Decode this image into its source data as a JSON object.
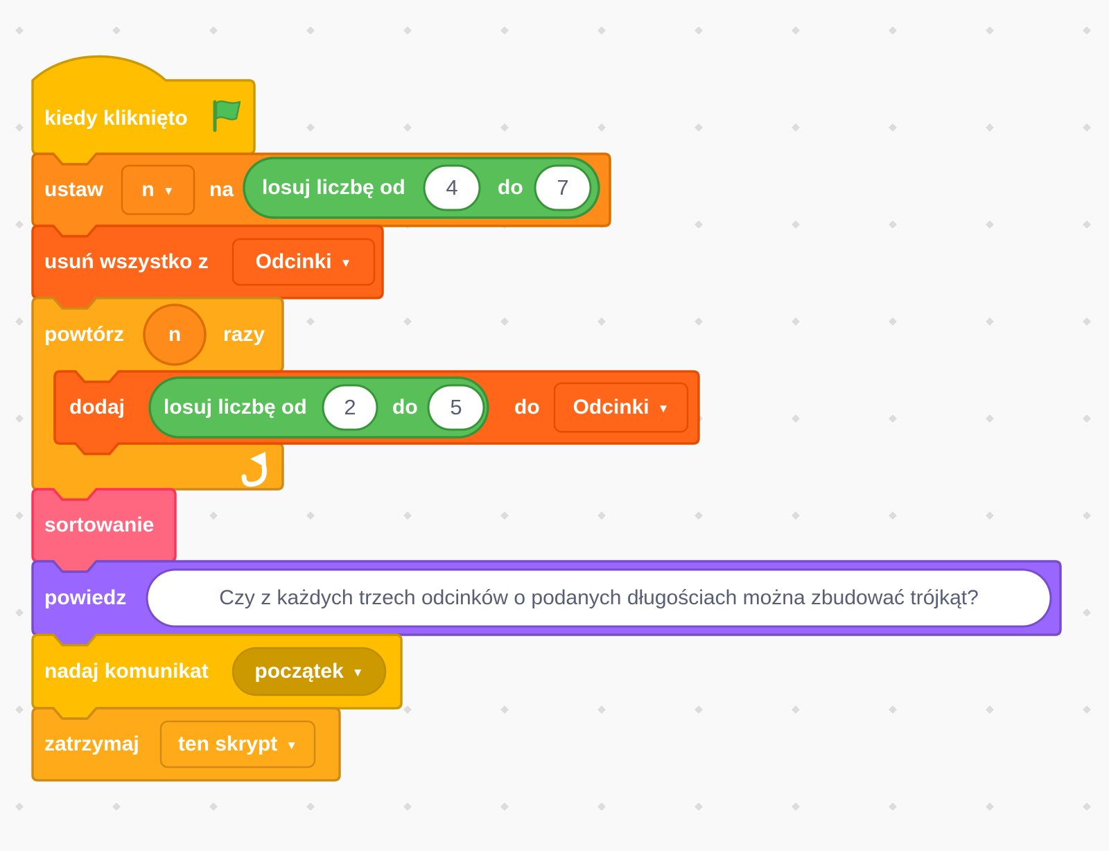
{
  "palette": {
    "events": "#ffbf00",
    "events_border": "#cc9900",
    "control": "#ffab19",
    "control_border": "#cf8b17",
    "variables": "#ff8c1a",
    "variables_border": "#db6e00",
    "lists": "#ff661a",
    "lists_border": "#e64d00",
    "operators": "#59c059",
    "operators_border": "#389438",
    "looks": "#9966ff",
    "looks_border": "#774dcb",
    "myblocks": "#ff6680",
    "myblocks_border": "#ff3355",
    "dropdown_shadow": "#cc9900",
    "input_text": "#575e75",
    "flag_green": "#4cbf56",
    "workspace_bg": "#f9f9f9",
    "workspace_dot": "#dcdcdc"
  },
  "ui": {
    "dropdown_arrow": "▼"
  },
  "script": {
    "when_flag_clicked": {
      "label": "kiedy kliknięto"
    },
    "set_variable": {
      "verb": "ustaw",
      "variable": "n",
      "preposition": "na"
    },
    "random_1": {
      "label": "losuj liczbę od",
      "from": "4",
      "to_word": "do",
      "to": "7"
    },
    "delete_all": {
      "label": "usuń wszystko z",
      "list": "Odcinki"
    },
    "repeat": {
      "verb": "powtórz",
      "count_variable": "n",
      "suffix": "razy"
    },
    "add_to_list": {
      "verb": "dodaj",
      "to_word": "do",
      "list": "Odcinki"
    },
    "random_2": {
      "label": "losuj liczbę od",
      "from": "2",
      "to_word": "do",
      "to": "5"
    },
    "custom_call": {
      "label": "sortowanie"
    },
    "say": {
      "verb": "powiedz",
      "message": "Czy z każdych trzech odcinków o podanych długościach można zbudować trójkąt?"
    },
    "broadcast": {
      "verb": "nadaj komunikat",
      "message": "początek"
    },
    "stop": {
      "verb": "zatrzymaj",
      "option": "ten skrypt"
    }
  }
}
